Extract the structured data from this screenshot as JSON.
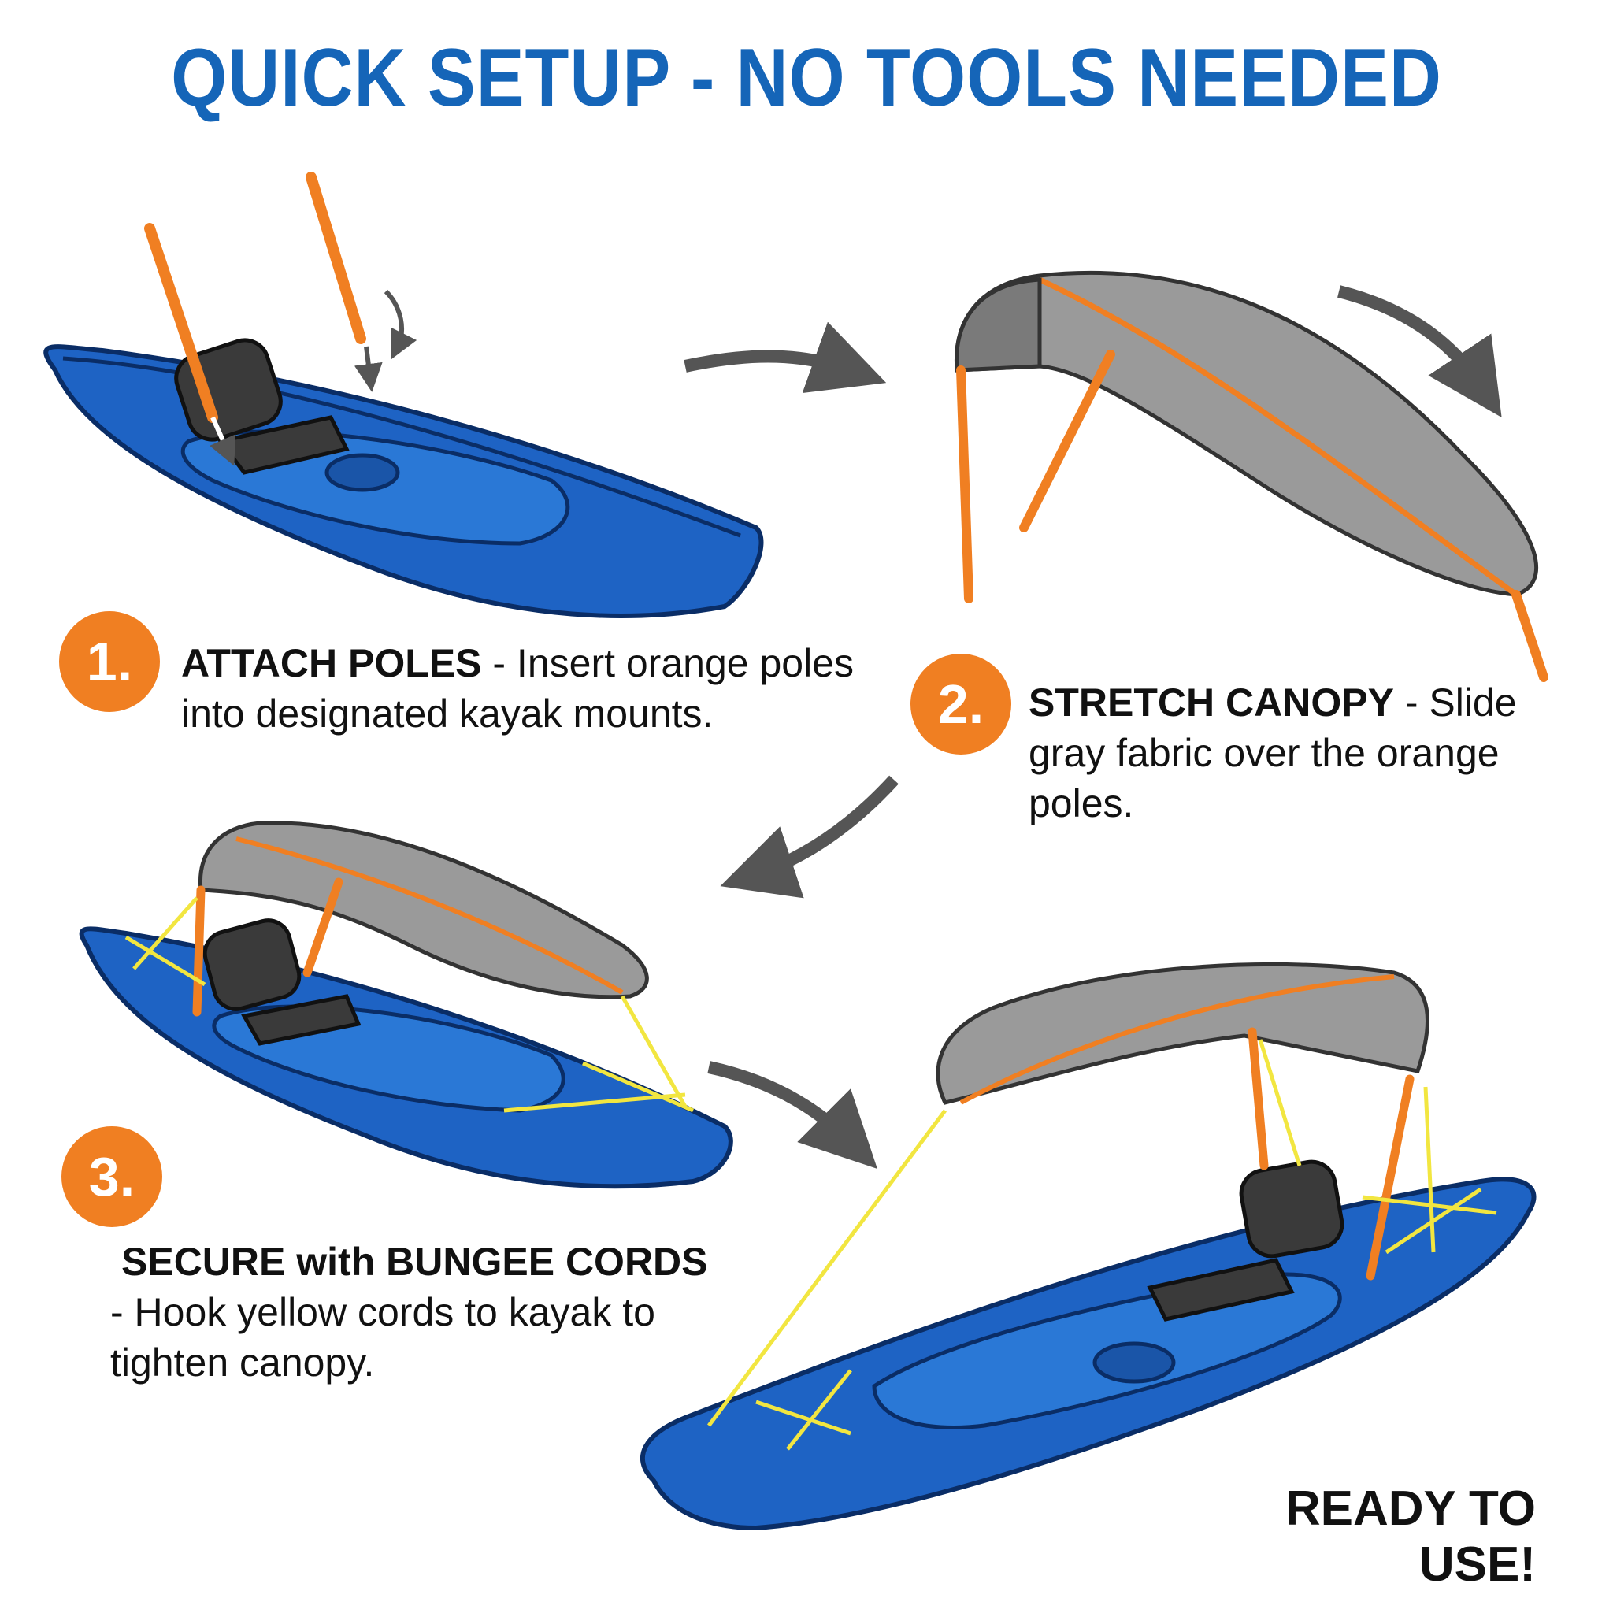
{
  "title": "QUICK SETUP - NO TOOLS NEEDED",
  "colors": {
    "title_blue": "#1565b8",
    "kayak_blue": "#1e63c4",
    "pole_orange": "#f07f22",
    "canopy_gray": "#9a9a9a",
    "cord_yellow": "#f2e640",
    "arrow_gray": "#555555"
  },
  "steps": [
    {
      "number": "1.",
      "title": "ATTACH POLES",
      "description": "- Insert orange poles into designated kayak mounts."
    },
    {
      "number": "2.",
      "title": "STRETCH CANOPY",
      "description": "- Slide gray fabric over the orange poles."
    },
    {
      "number": "3.",
      "title": "SECURE with BUNGEE CORDS",
      "description": "- Hook yellow cords to kayak to tighten canopy."
    }
  ],
  "final_label": "READY TO USE!",
  "icons": [
    "kayak-icon",
    "pole-icon",
    "canopy-icon",
    "bungee-cord-icon",
    "flow-arrow-icon"
  ]
}
